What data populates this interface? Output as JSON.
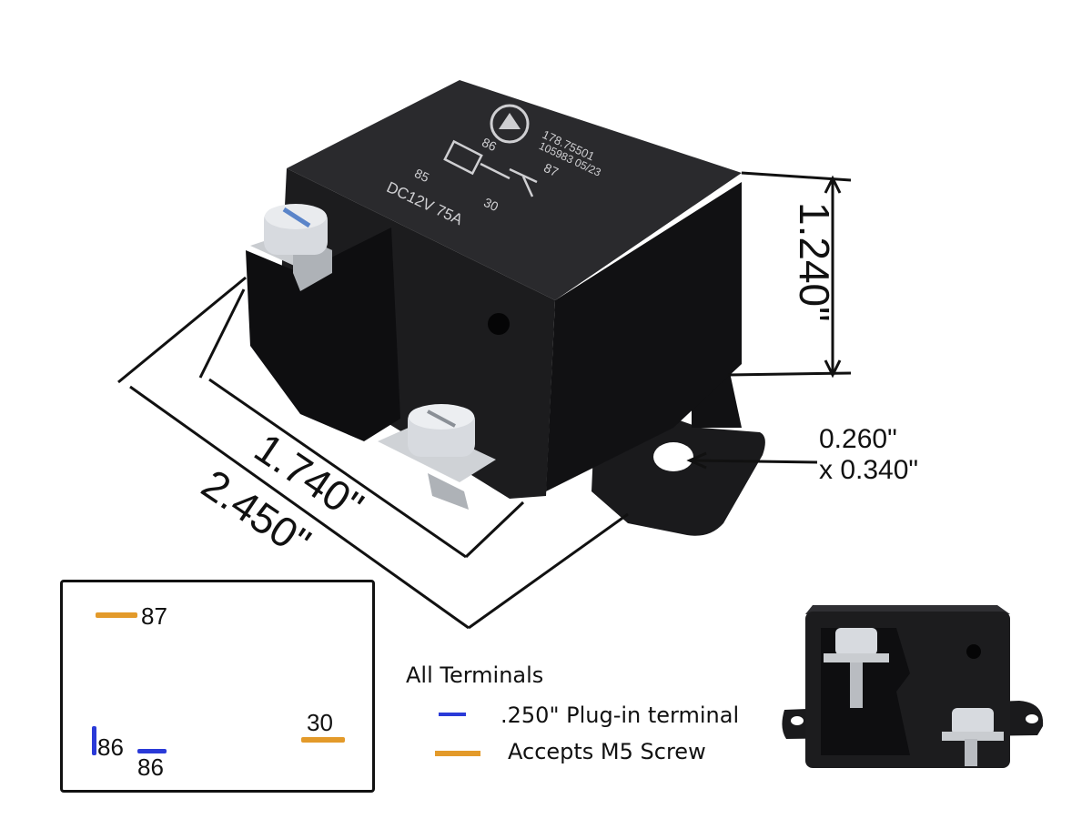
{
  "colors": {
    "plugin": "#2a3ad8",
    "screw": "#e39a2a",
    "body": "#1c1c1e",
    "metal": "#c9ccd0"
  },
  "relay": {
    "marking_model": "178.75501",
    "marking_code": "105983 05/23",
    "marking_rating": "DC12V 75A",
    "marking_pins": {
      "p86": "86",
      "p85": "85",
      "p87": "87",
      "p30": "30"
    }
  },
  "dimensions": {
    "height": "1.240\"",
    "inner_length": "1.740\"",
    "overall_length": "2.450\"",
    "hole_line1": "0.260\"",
    "hole_line2": "x 0.340\""
  },
  "pin_diagram": {
    "pins": [
      {
        "label": "87",
        "type": "screw"
      },
      {
        "label": "86",
        "type": "plugin"
      },
      {
        "label": "86",
        "type": "plugin"
      },
      {
        "label": "30",
        "type": "screw"
      }
    ]
  },
  "legend": {
    "title": "All Terminals",
    "plugin_label": ".250\" Plug-in terminal",
    "screw_label": "Accepts M5 Screw"
  }
}
